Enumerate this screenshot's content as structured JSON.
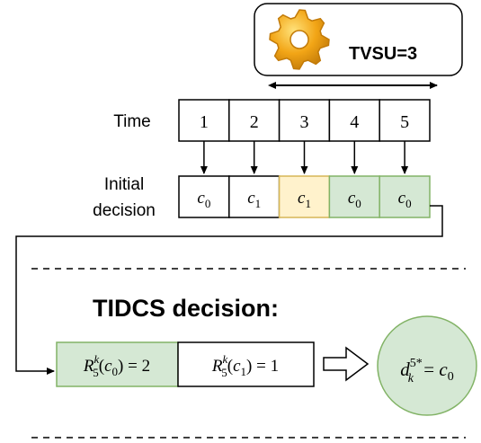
{
  "tvsu": {
    "label": "TVSU=3"
  },
  "time": {
    "label": "Time",
    "slots": [
      "1",
      "2",
      "3",
      "4",
      "5"
    ]
  },
  "initial_decision": {
    "label_line1": "Initial",
    "label_line2": "decision",
    "cells": [
      {
        "base": "c",
        "sub": "0",
        "state": "plain"
      },
      {
        "base": "c",
        "sub": "1",
        "state": "plain"
      },
      {
        "base": "c",
        "sub": "1",
        "state": "highlight"
      },
      {
        "base": "c",
        "sub": "0",
        "state": "selected"
      },
      {
        "base": "c",
        "sub": "0",
        "state": "selected"
      }
    ]
  },
  "tidcs": {
    "title": "TIDCS decision:",
    "rank_boxes": [
      {
        "base": "R",
        "sup": "k",
        "sub": "5",
        "arg_base": "c",
        "arg_sub": "0",
        "eq": " = 2",
        "state": "selected"
      },
      {
        "base": "R",
        "sup": "k",
        "sub": "5",
        "arg_base": "c",
        "arg_sub": "1",
        "eq": " = 1",
        "state": "plain"
      }
    ],
    "result": {
      "base": "d",
      "sup": "5*",
      "sub": "k",
      "eq": " = ",
      "val_base": "c",
      "val_sub": "0"
    }
  },
  "colors": {
    "selected_fill": "#d5e8d4",
    "selected_stroke": "#82b366",
    "highlight_fill": "#fff2cc",
    "highlight_stroke": "#d6b656",
    "gear_body": "#f2a516",
    "gear_light": "#ffd24a",
    "gear_dark": "#c27a08"
  }
}
